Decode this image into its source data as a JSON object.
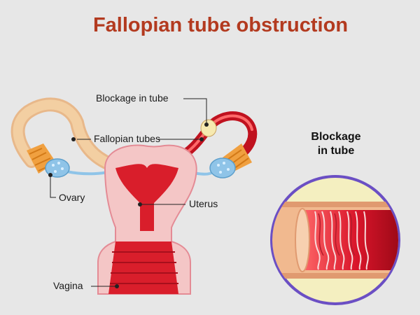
{
  "title": "Fallopian tube obstruction",
  "labels": {
    "blockage": "Blockage in tube",
    "fallopian": "Fallopian tubes",
    "ovary": "Ovary",
    "uterus": "Uterus",
    "vagina": "Vagina"
  },
  "inset": {
    "title_line1": "Blockage",
    "title_line2": "in tube"
  },
  "colors": {
    "title": "#b33a1f",
    "background": "#e7e7e7",
    "uterus_outer": "#f4c6c6",
    "uterus_inner": "#d91e2b",
    "tube": "#f3cfa2",
    "ovary": "#8fc4e8",
    "inset_ring": "#6b4fc4",
    "inset_fill": "#f4efc0"
  }
}
